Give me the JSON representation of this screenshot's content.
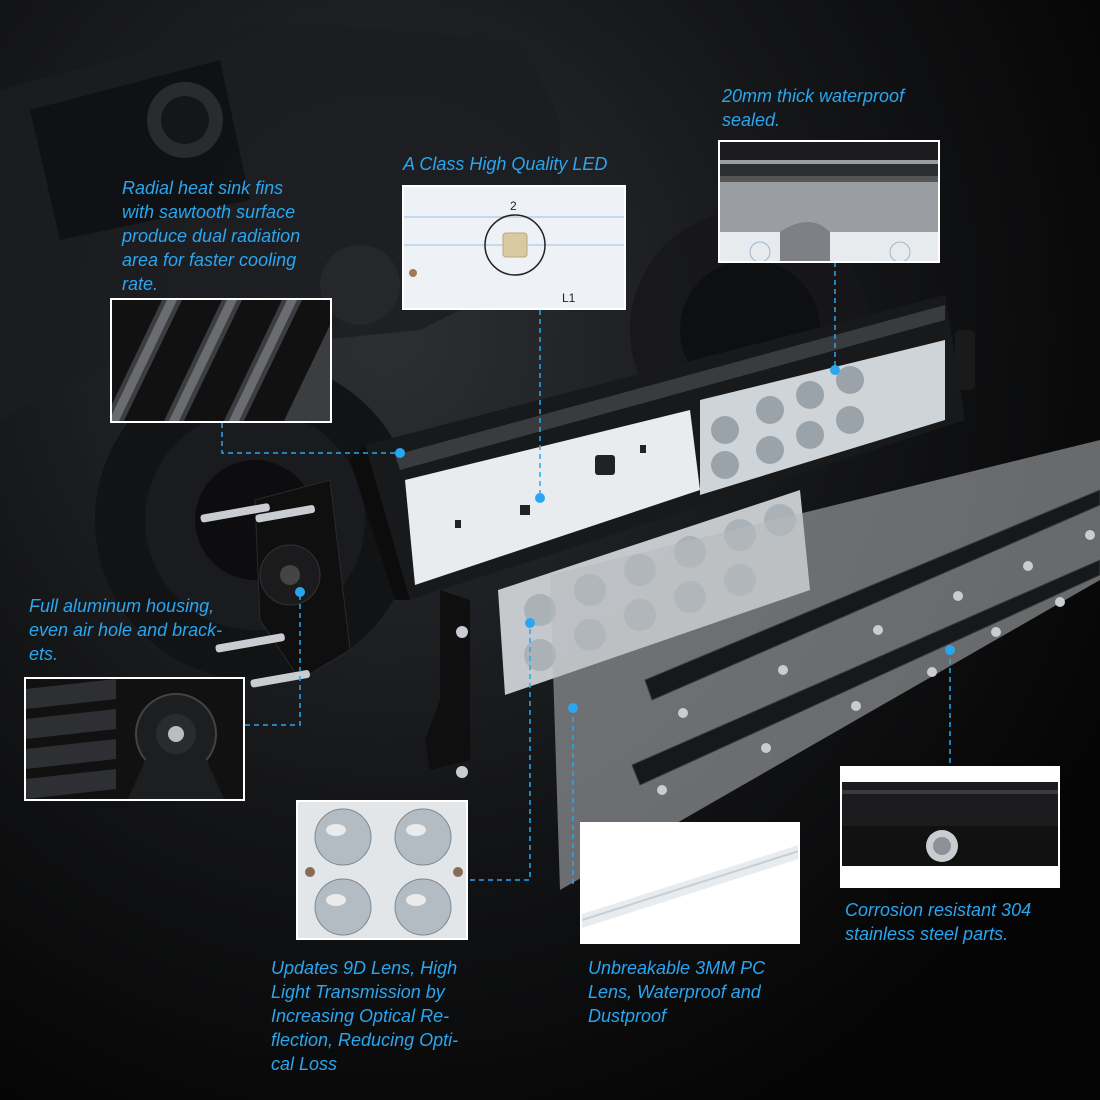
{
  "captions": {
    "heat_sink": "Radial heat sink fins\nwith sawtooth surface\nproduce dual radiation\narea for faster cooling\nrate.",
    "led": "A Class High Quality LED",
    "waterproof": "20mm thick waterproof\nsealed.",
    "housing": "Full aluminum housing,\neven air hole and brack-\nets.",
    "lens_9d": "Updates 9D Lens, High\nLight Transmission by\nIncreasing Optical Re-\nflection, Reducing Opti-\ncal Loss",
    "pc_lens": "Unbreakable 3MM PC\nLens, Waterproof and\nDustproof",
    "stainless": "Corrosion resistant 304\nstainless steel parts."
  },
  "led_inset": {
    "pin_label": "2",
    "board_label": "L1"
  },
  "colors": {
    "accent": "#2aa6f0",
    "background": "#0a0a0a",
    "inset_border": "#ffffff"
  }
}
